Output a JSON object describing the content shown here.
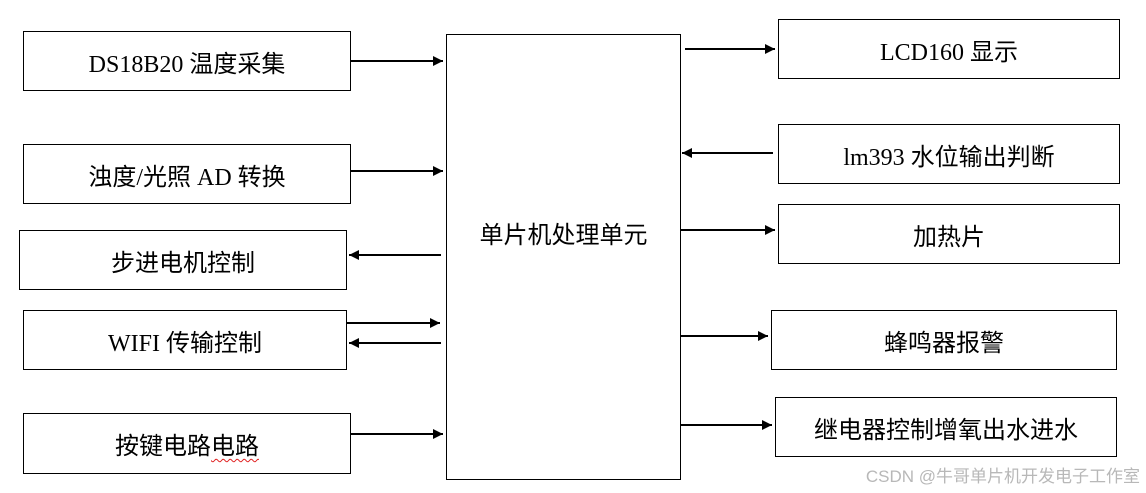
{
  "center": {
    "label": "单片机处理单元"
  },
  "left_blocks": {
    "temperature": "DS18B20 温度采集",
    "turbidity_light": "浊度/光照 AD 转换",
    "stepper_motor": "步进电机控制",
    "wifi": "WIFI 传输控制",
    "keys_a": "按键电路",
    "keys_b": "电路"
  },
  "right_blocks": {
    "lcd": "LCD160 显示",
    "water_level": "lm393 水位输出判断",
    "heater": "加热片",
    "buzzer": "蜂鸣器报警",
    "relay": "继电器控制增氧出水进水"
  },
  "watermark": "CSDN @牛哥单片机开发电子工作室",
  "colors": {
    "line": "#000000",
    "squiggle": "#e02020",
    "watermark": "#b8b8b8"
  }
}
